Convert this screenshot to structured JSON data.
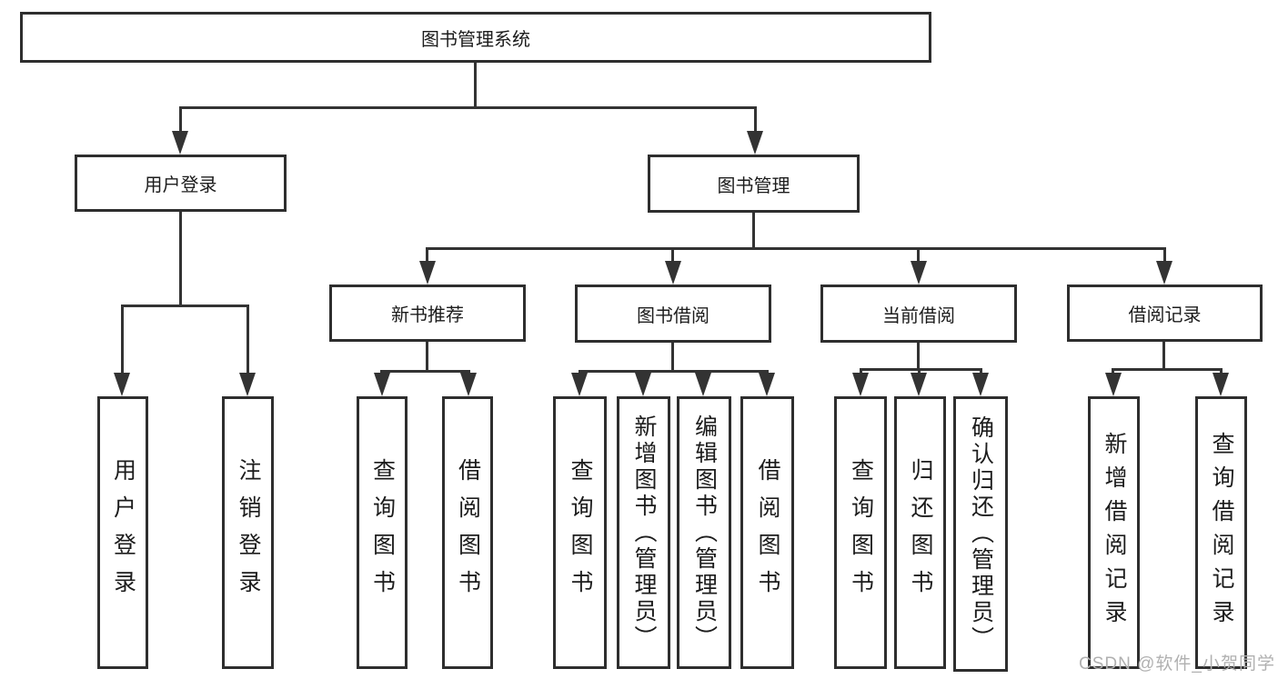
{
  "watermark": "CSDN @软件_小贺同学",
  "diagram": {
    "root": {
      "label": "图书管理系统"
    },
    "user_login": {
      "label": "用户登录",
      "children": [
        {
          "label": "用户登录"
        },
        {
          "label": "注销登录"
        }
      ]
    },
    "book_mgmt": {
      "label": "图书管理",
      "modules": [
        {
          "label": "新书推荐",
          "children": [
            {
              "label": "查询图书"
            },
            {
              "label": "借阅图书"
            }
          ]
        },
        {
          "label": "图书借阅",
          "children": [
            {
              "label": "查询图书"
            },
            {
              "label": "新增图书（管理员）"
            },
            {
              "label": "编辑图书（管理员）"
            },
            {
              "label": "借阅图书"
            }
          ]
        },
        {
          "label": "当前借阅",
          "children": [
            {
              "label": "查询图书"
            },
            {
              "label": "归还图书"
            },
            {
              "label": "确认归还（管理员）"
            }
          ]
        },
        {
          "label": "借阅记录",
          "children": [
            {
              "label": "新增借阅记录"
            },
            {
              "label": "查询借阅记录"
            }
          ]
        }
      ]
    }
  }
}
